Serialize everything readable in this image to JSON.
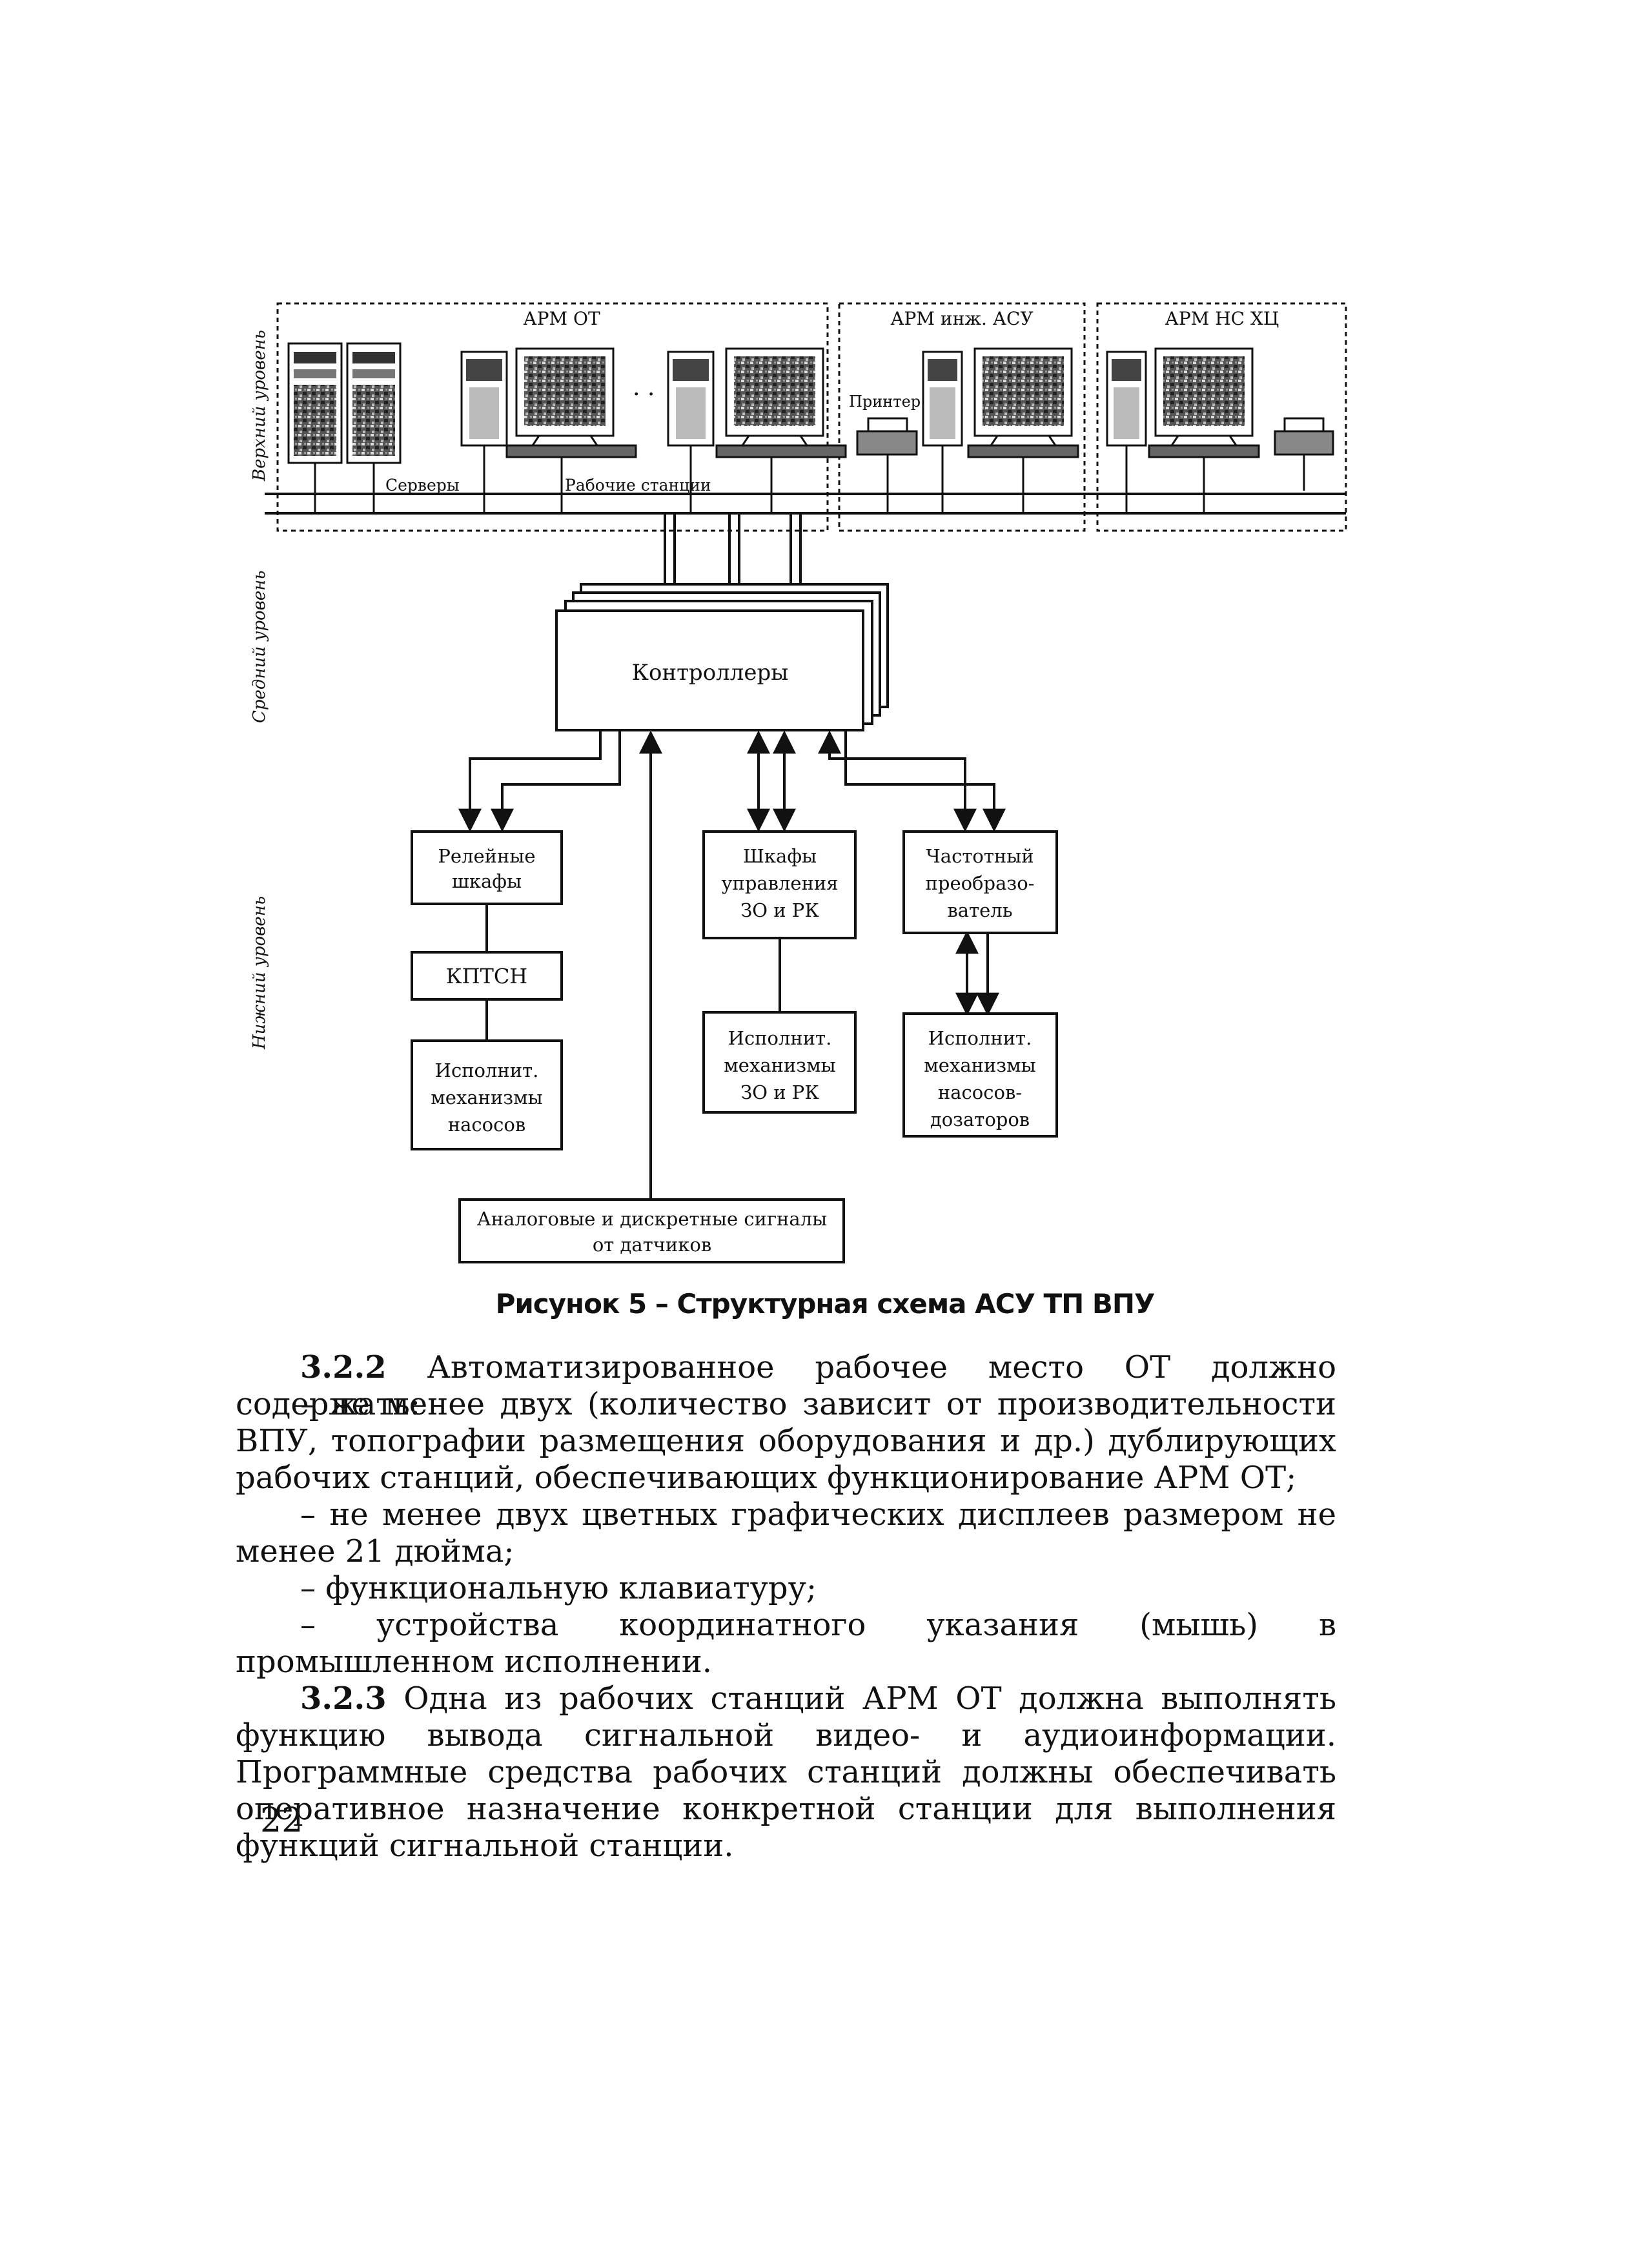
{
  "diagram": {
    "levels": {
      "upper": "Верхний уровень",
      "middle": "Средний уровень",
      "lower": "Нижний уровень"
    },
    "groups": {
      "arm_ot": "АРМ ОТ",
      "arm_ingh": "АРМ инж. АСУ",
      "arm_ns": "АРМ НС ХЦ"
    },
    "labels": {
      "servers": "Серверы",
      "workstations": "Рабочие станции",
      "printer": "Принтер",
      "dots": ". ."
    },
    "blocks": {
      "controllers": "Контроллеры",
      "relay": [
        "Релейные",
        "шкафы"
      ],
      "kptsn": "КПТСН",
      "exec_pumps": [
        "Исполнит.",
        "механизмы",
        "насосов"
      ],
      "cabinets": [
        "Шкафы",
        "управления",
        "ЗО и РК"
      ],
      "exec_zo": [
        "Исполнит.",
        "механизмы",
        "ЗО и РК"
      ],
      "freq": [
        "Частотный",
        "преобразо-",
        "ватель"
      ],
      "exec_dosing": [
        "Исполнит.",
        "механизмы",
        "насосов-",
        "дозаторов"
      ],
      "signals": [
        "Аналоговые и дискретные сигналы",
        "от датчиков"
      ]
    }
  },
  "caption": "Рисунок 5 – Структурная схема АСУ ТП ВПУ",
  "section_322": {
    "number": "3.2.2",
    "intro": "Автоматизированное рабочее место ОТ должно содержать:",
    "items": [
      "– не менее двух (количество зависит от производительности ВПУ, топографии размещения оборудования и др.) дублирующих рабочих станций, обеспечивающих функционирование АРМ ОТ;",
      "– не менее двух цветных графических дисплеев размером не менее 21 дюйма;",
      "– функциональную клавиатуру;",
      "– устройства координатного указания (мышь) в промышленном исполнении."
    ]
  },
  "section_323": {
    "number": "3.2.3",
    "text": "Одна из рабочих станций АРМ ОТ должна выполнять функцию вывода сигнальной видео- и аудиоинформации. Программные средства рабочих станций должны обеспечивать оперативное назначение конкретной станции для выполнения функций сигнальной станции."
  },
  "page_number": "22"
}
